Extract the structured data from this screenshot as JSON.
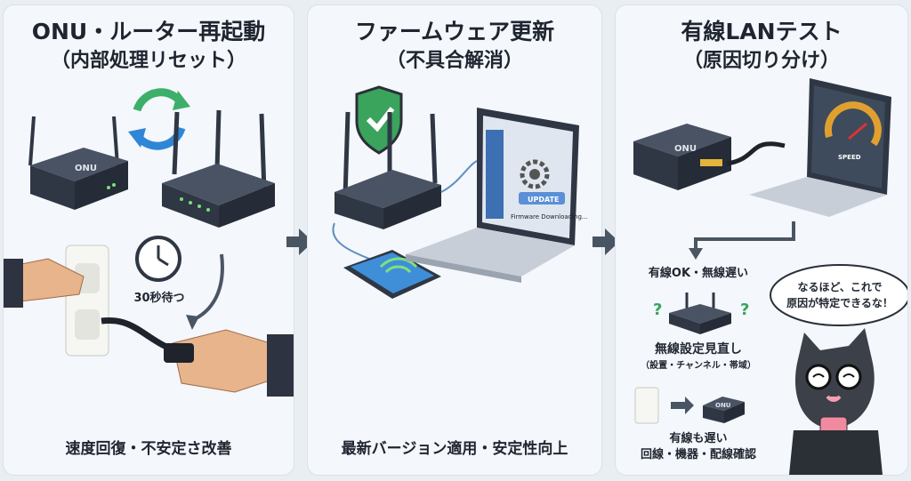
{
  "panels": [
    {
      "title": "ONU・ルーター再起動",
      "subtitle": "（内部処理リセット）",
      "onu_label": "ONU",
      "wait_label": "30秒待つ",
      "caption": "速度回復・不安定さ改善"
    },
    {
      "title": "ファームウェア更新",
      "subtitle": "（不具合解消）",
      "update_button": "UPDATE",
      "download_text": "Firmware Downloading...",
      "caption": "最新バージョン適用・安定性向上"
    },
    {
      "title": "有線LANテスト",
      "subtitle": "（原因切り分け）",
      "onu_label": "ONU",
      "speed_label": "SPEED",
      "case1_title": "有線OK・無線遅い",
      "case1_action": "無線設定見直し",
      "case1_detail": "（設置・チャンネル・帯域）",
      "case2_onu": "ONU",
      "case2_title": "有線も遅い",
      "case2_action": "回線・機器・配線確認",
      "speech": "なるほど、これで\n原因が特定できるな！"
    }
  ],
  "colors": {
    "panel_bg": "#f4f7fb",
    "arrow": "#4a5563",
    "device": "#2f3744",
    "cycle_green": "#3cb06a",
    "cycle_blue": "#2f86d6",
    "shield": "#3aa35c"
  }
}
